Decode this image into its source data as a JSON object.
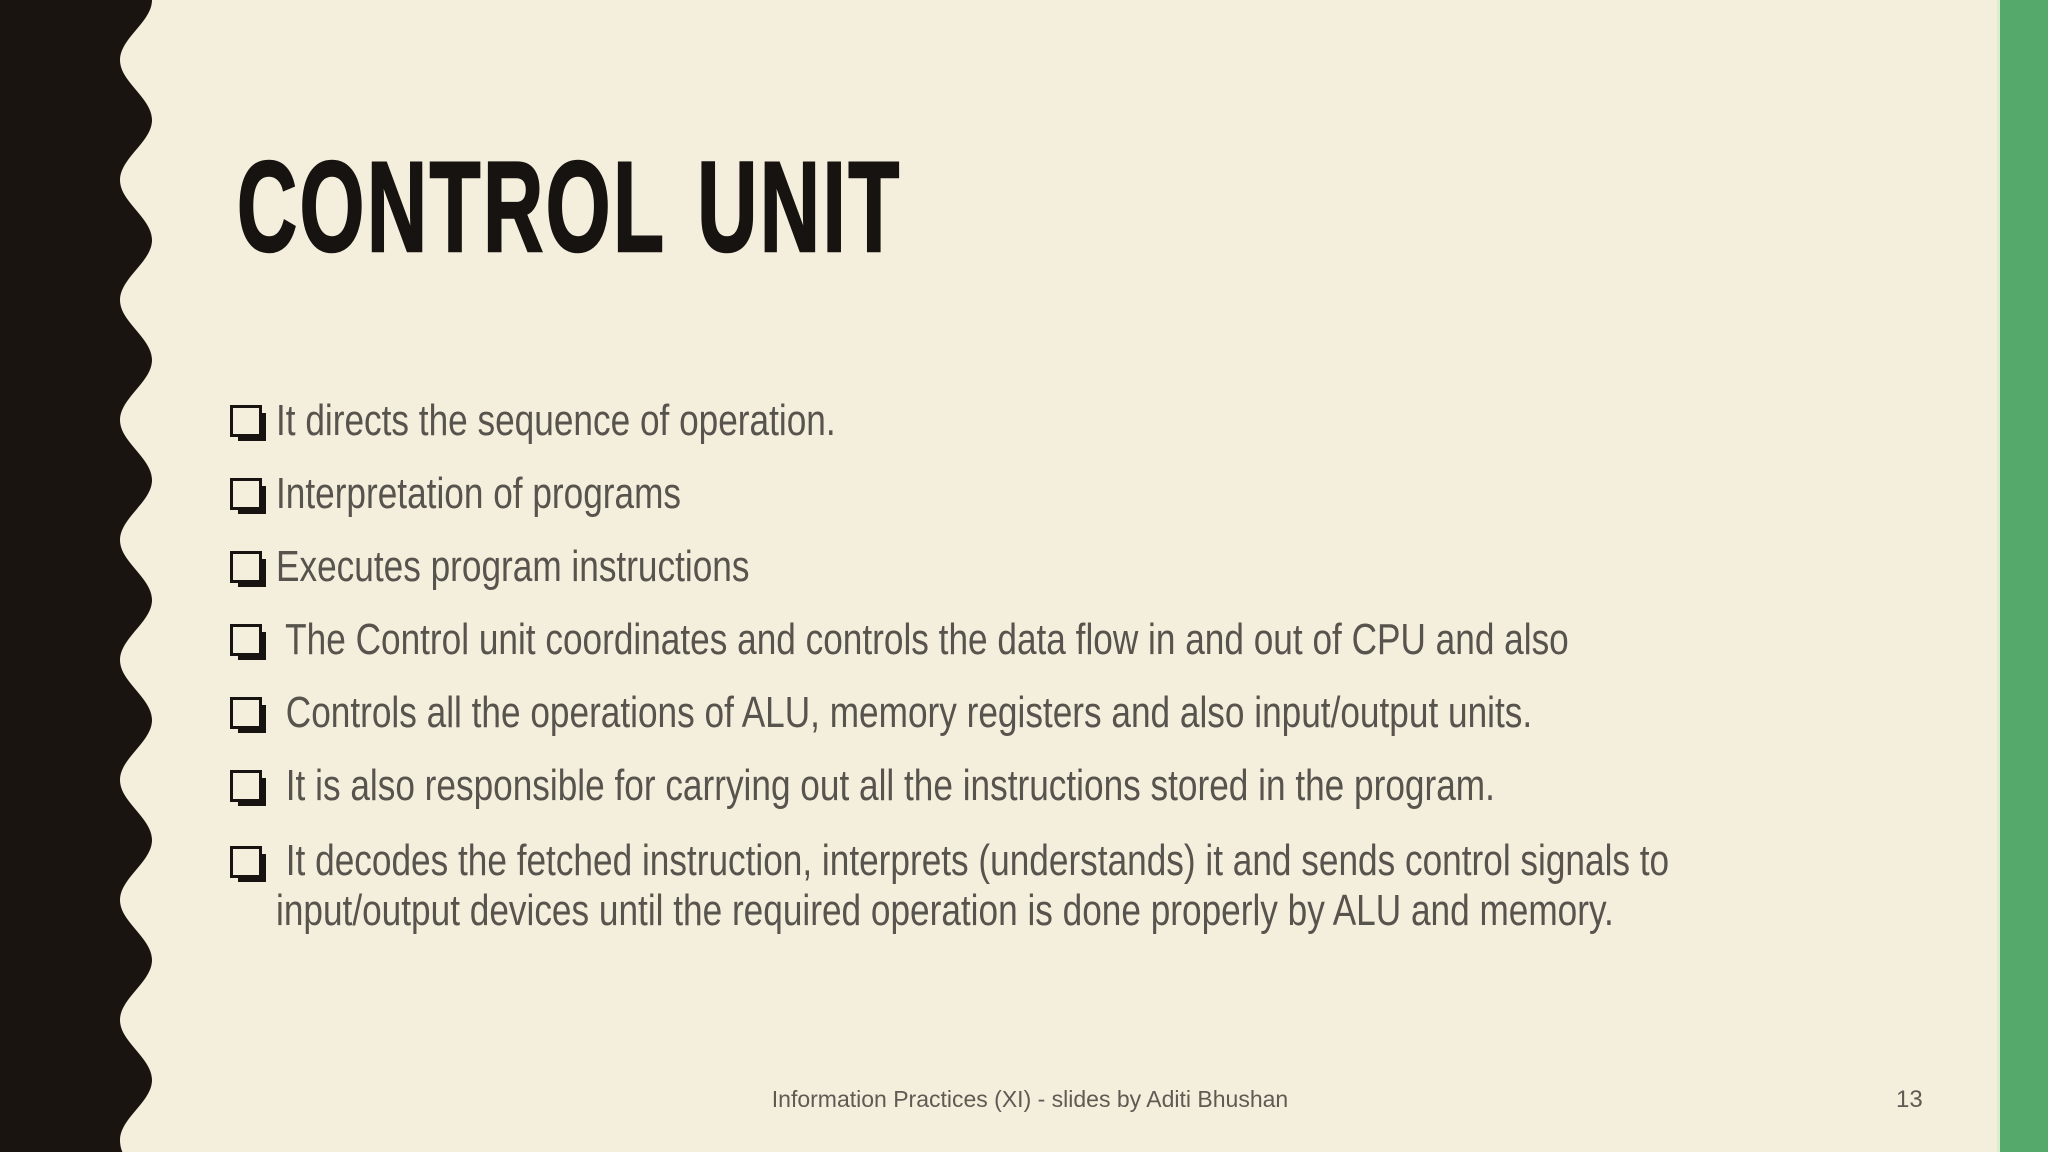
{
  "slide": {
    "title": "CONTROL UNIT",
    "bullets": [
      {
        "text": "It directs the sequence of operation."
      },
      {
        "text": "Interpretation of programs"
      },
      {
        "text": "Executes program instructions"
      },
      {
        "text": " The Control unit coordinates and controls the data flow in and out of CPU and also"
      },
      {
        "text": " Controls all the operations of ALU, memory registers and also input/output units."
      },
      {
        "text": " It is also responsible for carrying out all the instructions stored in the program."
      },
      {
        "text": " It decodes the fetched instruction, interprets (understands) it and sends control signals to",
        "text2": "input/output devices until the required operation is done properly by ALU and memory."
      }
    ],
    "footer": "Information Practices (XI) - slides by Aditi Bhushan",
    "page_number": "13",
    "colors": {
      "background": "#f4eedd",
      "band_black": "#1a1410",
      "title_black": "#171310",
      "body_text": "#57534d",
      "accent_green": "#55a96b"
    }
  }
}
